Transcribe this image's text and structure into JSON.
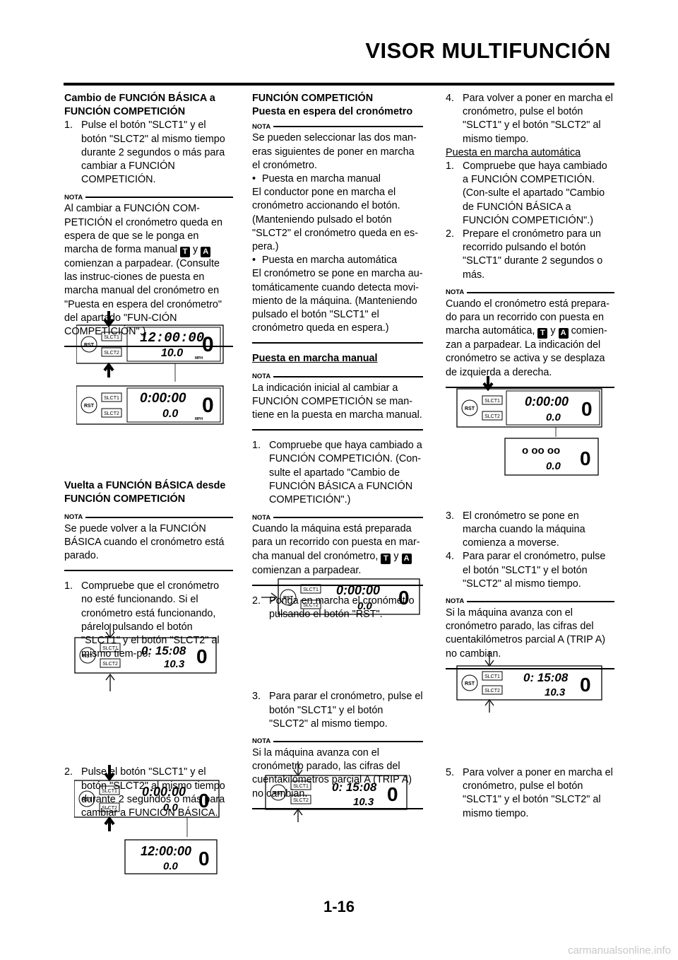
{
  "header": {
    "title": "VISOR MULTIFUNCIÓN"
  },
  "col1": {
    "h1": "Cambio de FUNCIÓN BÁSICA a FUNCIÓN COMPETICIÓN",
    "s1": "1.",
    "t1": "Pulse el botón \"SLCT1\" y el botón \"SLCT2\" al mismo tiempo durante 2 segundos o más para cambiar a FUNCIÓN COMPETICIÓN.",
    "nota": "NOTA",
    "n1a": "Al cambiar a FUNCIÓN COM-PETICIÓN el cronómetro queda en espera de que se le ponga en marcha de forma manual",
    "y": "y",
    "n1b": "comienzan a parpadear. (Consulte las instruc-ciones de puesta en marcha manual del cronómetro en \"Puesta en espera del cronómetro\" del apartado \"FUN-CIÓN COMPETICIÓN\".)",
    "h2": "Vuelta a FUNCIÓN BÁSICA desde FUNCIÓN COMPETICIÓN",
    "n2": "Se puede volver a la FUNCIÓN BÁSICA cuando el cronómetro está parado.",
    "s2": "1.",
    "t2": "Compruebe que el cronómetro no esté funcionando. Si el cronómetro está funcionando, párelo pulsando el botón \"SLCT1\" y el botón \"SLCT2\" al mismo tiem-po.",
    "s3": "2.",
    "t3": "Pulse el botón \"SLCT1\" y el botón \"SLCT2\" al mismo tiempo durante 2 segundos o más para cambiar a FUNCIÓN BÁSICA."
  },
  "col2": {
    "h1": "FUNCIÓN COMPETICIÓN",
    "h1b": "Puesta en espera del cronómetro",
    "n1": "Se pueden seleccionar las dos man-eras siguientes de poner en marcha el cronómetro.",
    "b1": "Puesta en marcha manual",
    "b1t": "El conductor pone en marcha el cronómetro accionando el botón. (Manteniendo pulsado el botón \"SLCT2\" el cronómetro queda en es-pera.)",
    "b2": "Puesta en marcha automática",
    "b2t": "El cronómetro se pone en marcha au-tomáticamente cuando detecta movi-miento de la máquina. (Manteniendo pulsado el botón \"SLCT1\" el cronómetro queda en espera.)",
    "h2": "Puesta en marcha manual",
    "n2": "La indicación inicial al cambiar a FUNCIÓN COMPETICIÓN se man-tiene en la puesta en marcha manual.",
    "s1": "1.",
    "t1": "Compruebe que haya cambiado a FUNCIÓN COMPETICIÓN. (Con-sulte el apartado \"Cambio de FUNCIÓN BÁSICA a FUNCIÓN COMPETICIÓN\".)",
    "n3a": "Cuando la máquina está preparada para un recorrido con puesta en mar-cha manual del cronómetro,",
    "n3b": "comienzan a parpadear.",
    "s2": "2.",
    "t2": "Ponga en marcha el cronómetro pulsando el botón \"RST\".",
    "s3": "3.",
    "t3": "Para parar el cronómetro, pulse el botón \"SLCT1\" y el botón \"SLCT2\" al mismo tiempo.",
    "n4": "Si la máquina avanza con el cronómetro parado, las cifras del cuentakilómetros parcial A (TRIP A) no cambian."
  },
  "col3": {
    "s4": "4.",
    "t4": "Para volver a poner en marcha el cronómetro, pulse el botón \"SLCT1\" y el botón \"SLCT2\" al mismo tiempo.",
    "h1": "Puesta en marcha automática",
    "s1": "1.",
    "t1": "Compruebe que haya cambiado a FUNCIÓN COMPETICIÓN. (Con-sulte el apartado \"Cambio de FUNCIÓN BÁSICA a FUNCIÓN COMPETICIÓN\".)",
    "s2": "2.",
    "t2": "Prepare el cronómetro para un recorrido pulsando el botón \"SLCT1\" durante 2 segundos o más.",
    "n1a": "Cuando el cronómetro está prepara-do para un recorrido con puesta en marcha automática,",
    "n1b": "comien-zan a parpadear. La indicación del cronómetro se activa y se desplaza de izquierda a derecha.",
    "s3": "3.",
    "t3": "El cronómetro se pone en marcha cuando la máquina comienza a moverse.",
    "s4b": "4.",
    "t4b": "Para parar el cronómetro, pulse el botón \"SLCT1\" y el botón \"SLCT2\" al mismo tiempo.",
    "n2": "Si la máquina avanza con el cronómetro parado, las cifras del cuentakilómetros parcial A (TRIP A) no cambian.",
    "s5": "5.",
    "t5": "Para volver a poner en marcha el cronómetro, pulse el botón \"SLCT1\" y el botón \"SLCT2\" al mismo tiempo."
  },
  "icons": {
    "t": "T",
    "a": "A"
  },
  "display": {
    "rst": "RST",
    "slct1": "SLCT1",
    "slct2": "SLCT2",
    "mph": "MPH",
    "time_basic": "12:00:00",
    "time_zero": "0:00:00",
    "time_run": "0: 15:08",
    "time_dash": "o oo oo",
    "odo_10": "10.0",
    "odo_0": "0.0",
    "odo_103": "10.3",
    "gear": "0"
  },
  "footer": {
    "page_number": "1-16",
    "watermark": "carmanualsonline.info"
  }
}
